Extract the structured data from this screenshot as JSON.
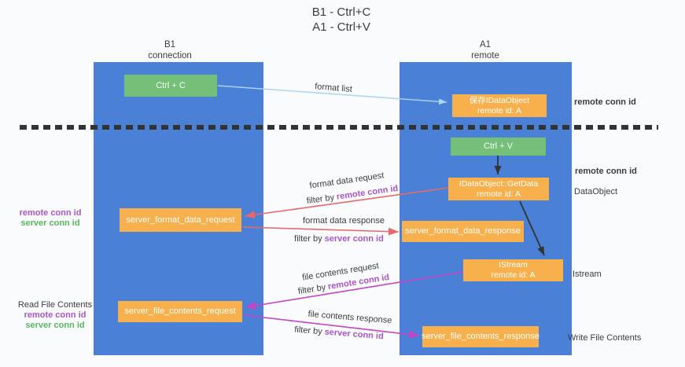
{
  "title": {
    "line1": "B1 - Ctrl+C",
    "line2": "A1 - Ctrl+V"
  },
  "lifelines": {
    "left": {
      "title": "B1",
      "subtitle": "connection"
    },
    "right": {
      "title": "A1",
      "subtitle": "remote"
    }
  },
  "boxes": {
    "ctrl_c": "Ctrl + C",
    "ctrl_v": "Ctrl + V",
    "save_idataobject": {
      "line1": "保存IDataObject",
      "line2": "remote id: A"
    },
    "idataobject_getdata": {
      "line1": "IDataObject::GetData",
      "line2": "remote id: A"
    },
    "istream": {
      "line1": "IStream",
      "line2": "remote id: A"
    },
    "server_format_data_request": "server_format_data_request",
    "server_format_data_response": "server_format_data_response",
    "server_file_contents_request": "server_file_contents_request",
    "server_file_contents_response": "server_file_contents_response"
  },
  "arrow_labels": {
    "format_list": "format list",
    "format_data_request": "format data request",
    "format_data_response": "format data response",
    "file_contents_request": "file contents request",
    "file_contents_response": "file contents response",
    "filter_by": "filter by",
    "remote_conn_id": "remote conn id",
    "server_conn_id": "server conn id"
  },
  "side_labels": {
    "remote_conn_id": "remote conn id",
    "server_conn_id": "server conn id",
    "dataobject": "DataObject",
    "istream": "Istream",
    "read_file_contents": "Read File Contents",
    "write_file_contents": "Write File Contents"
  },
  "colors": {
    "lifeline_blue": "#4a80d6",
    "box_green": "#74c078",
    "box_orange": "#f8b04d",
    "arrow_blue": "#a9d4f2",
    "arrow_red": "#e8696b",
    "arrow_magenta": "#c544c5",
    "arrow_black": "#333333",
    "label_purple": "#a855c8",
    "label_green": "#55b85c",
    "text_dark": "#3c3c3c"
  }
}
